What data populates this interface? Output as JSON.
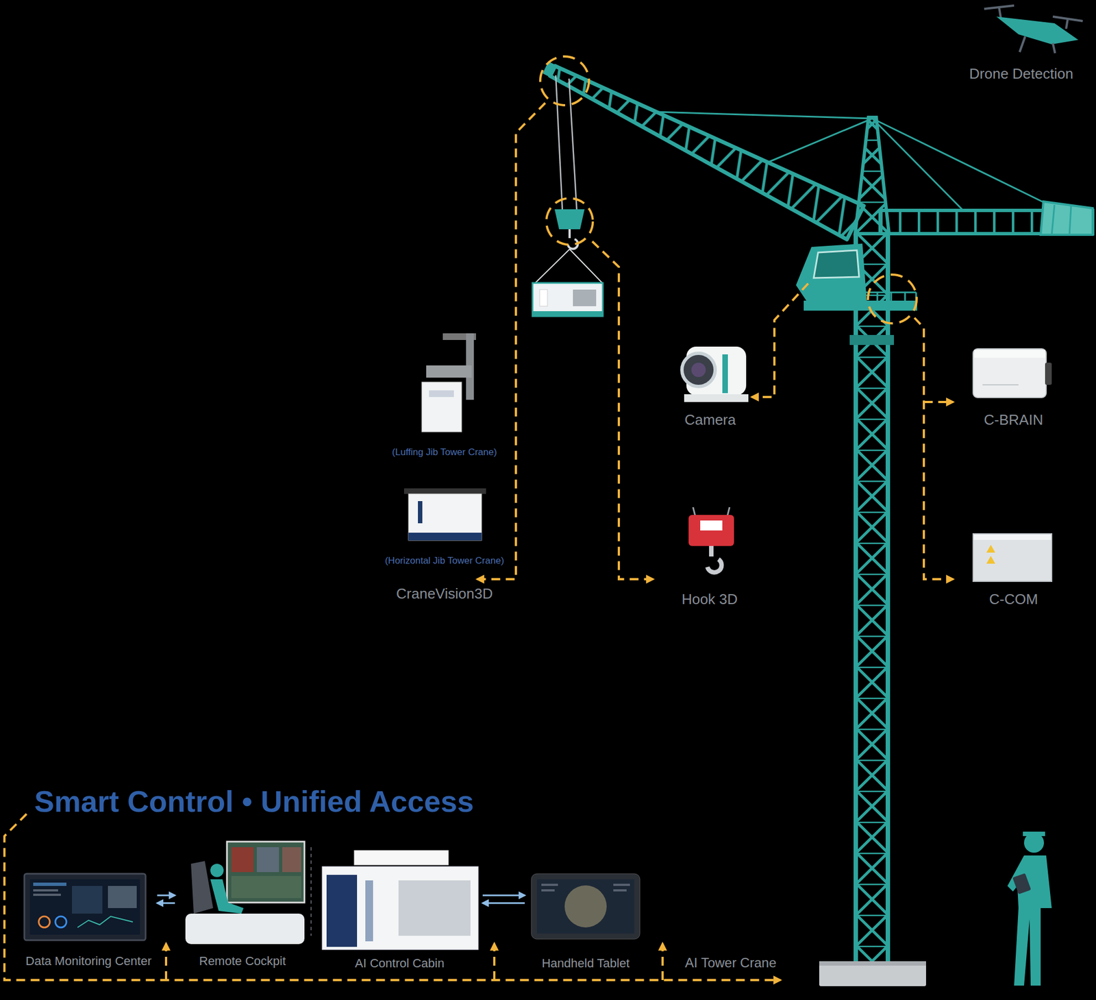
{
  "diagram": {
    "title": "Smart Control • Unified Access",
    "nodes": [
      {
        "text": [
          "Drone Detection"
        ]
      },
      {
        "text": [
          "Camera"
        ]
      },
      {
        "text": [
          "C-BRAIN"
        ]
      },
      {
        "text": [
          "(Luffing Jib Tower Crane)",
          "(Horizontal Jib Tower Crane)",
          "CraneVision3D"
        ]
      },
      {
        "text": [
          "Hook 3D"
        ]
      },
      {
        "text": [
          "C-COM"
        ]
      },
      {
        "text": [
          "Data Monitoring Center"
        ]
      },
      {
        "text": [
          "Remote Cockpit"
        ]
      },
      {
        "text": [
          "AI Control Cabin"
        ]
      },
      {
        "text": [
          "Handheld Tablet"
        ]
      }
    ],
    "edges": [
      {
        "from": 6,
        "to": 7,
        "arrow": "both"
      },
      {
        "from": 8,
        "to": 9,
        "arrow": "both"
      }
    ],
    "labels": [
      "AI Tower Crane"
    ]
  }
}
